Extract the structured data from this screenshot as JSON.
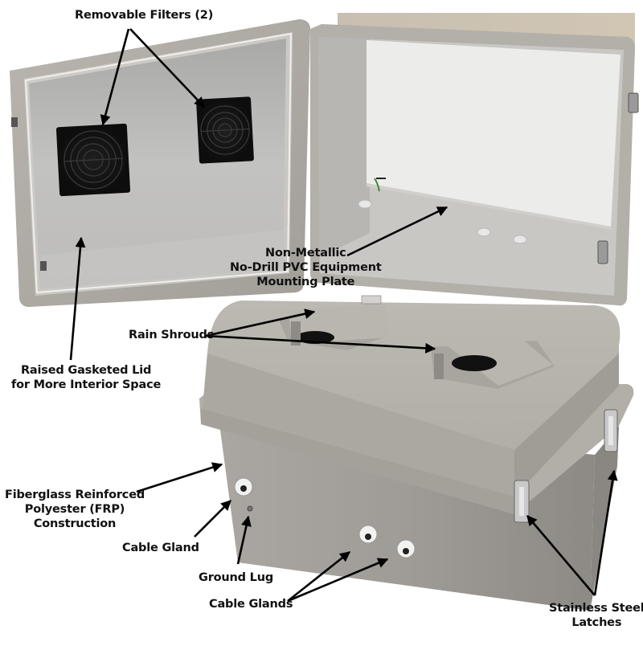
{
  "image": {
    "description": "Annotated product photo of a fiberglass ventilated enclosure: open enclosure (top) and closed enclosure with rain shrouds (bottom)",
    "background": "#ffffff"
  },
  "colors": {
    "enclosure_gray": "#a8a49f",
    "enclosure_light": "#c4c0ba",
    "interior": "#bdbcb9",
    "mounting_plate": "#eeeeec",
    "filter_black": "#141414",
    "label_text": "#111111",
    "arrow": "#000000"
  },
  "labels": {
    "removable_filters": {
      "lines": [
        "Removable Filters (2)"
      ]
    },
    "mounting_plate": {
      "lines": [
        "Non-Metallic",
        "No-Drill PVC Equipment",
        "Mounting Plate"
      ]
    },
    "rain_shrouds": {
      "lines": [
        "Rain Shrouds"
      ]
    },
    "raised_lid": {
      "lines": [
        "Raised Gasketed Lid",
        "for More Interior Space"
      ]
    },
    "frp_construction": {
      "lines": [
        "Fiberglass Reinforced",
        "Polyester (FRP)",
        "Construction"
      ]
    },
    "cable_gland": {
      "lines": [
        "Cable Gland"
      ]
    },
    "ground_lug": {
      "lines": [
        "Ground Lug"
      ]
    },
    "cable_glands": {
      "lines": [
        "Cable Glands"
      ]
    },
    "latches": {
      "lines": [
        "Stainless Steel",
        "Latches"
      ]
    }
  }
}
